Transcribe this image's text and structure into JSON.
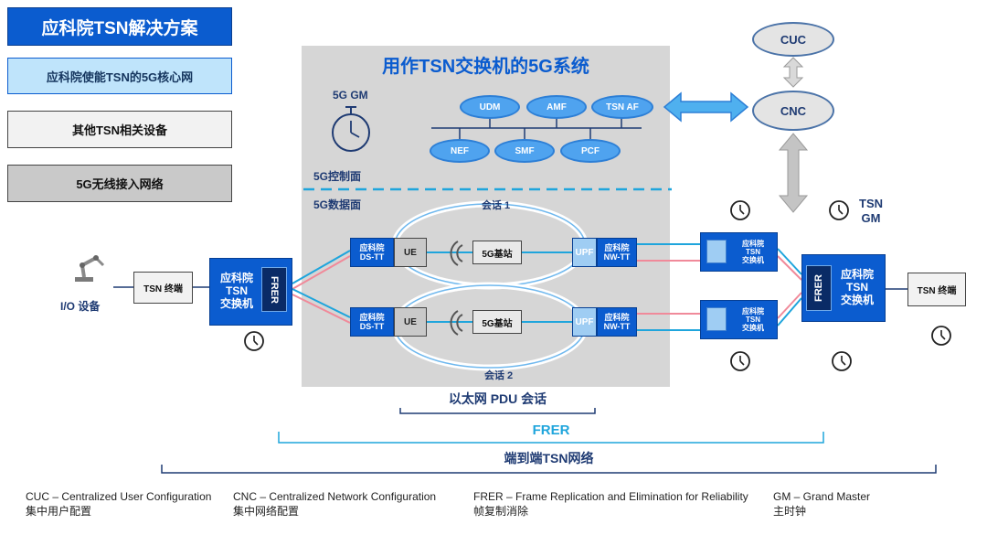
{
  "legend": {
    "solution": "应科院TSN解决方案",
    "core": "应科院使能TSN的5G核心网",
    "other": "其他TSN相关设备",
    "ran": "5G无线接入网络"
  },
  "system": {
    "title": "用作TSN交换机的5G系统",
    "gm_label": "5G GM",
    "control_plane": "5G控制面",
    "data_plane": "5G数据面",
    "nfs": [
      "UDM",
      "AMF",
      "TSN AF",
      "NEF",
      "SMF",
      "PCF"
    ],
    "session1": "会话 1",
    "session2": "会话 2",
    "ds_tt": "应科院\nDS-TT",
    "ue": "UE",
    "gnb": "5G基站",
    "upf": "UPF",
    "nw_tt": "应科院\nNW-TT"
  },
  "controllers": {
    "cuc": "CUC",
    "cnc": "CNC"
  },
  "left": {
    "io": "I/O 设备",
    "tsn_terminal": "TSN 终端",
    "switch": "应科院\nTSN\n交换机",
    "frer": "FRER"
  },
  "right": {
    "tsn_gm": "TSN\nGM",
    "switch": "应科院\nTSN\n交换机",
    "frer": "FRER",
    "tsn_terminal": "TSN 终端",
    "mid_switch": "应科院\nTSN\n交换机"
  },
  "brackets": {
    "pdu": "以太网 PDU 会话",
    "frer": "FRER",
    "e2e": "端到端TSN网络"
  },
  "footnotes": [
    {
      "en": "CUC – Centralized User Configuration",
      "zh": "集中用户配置"
    },
    {
      "en": "CNC – Centralized Network Configuration",
      "zh": "集中网络配置"
    },
    {
      "en": "FRER – Frame Replication and Elimination for Reliability",
      "zh": "帧复制消除"
    },
    {
      "en": "GM  – Grand Master",
      "zh": "主时钟"
    }
  ],
  "colors": {
    "accent": "#0b5ccf",
    "light": "#bfe4fb",
    "cyan_line": "#1fa5dc",
    "pink_line": "#f08a9a"
  }
}
